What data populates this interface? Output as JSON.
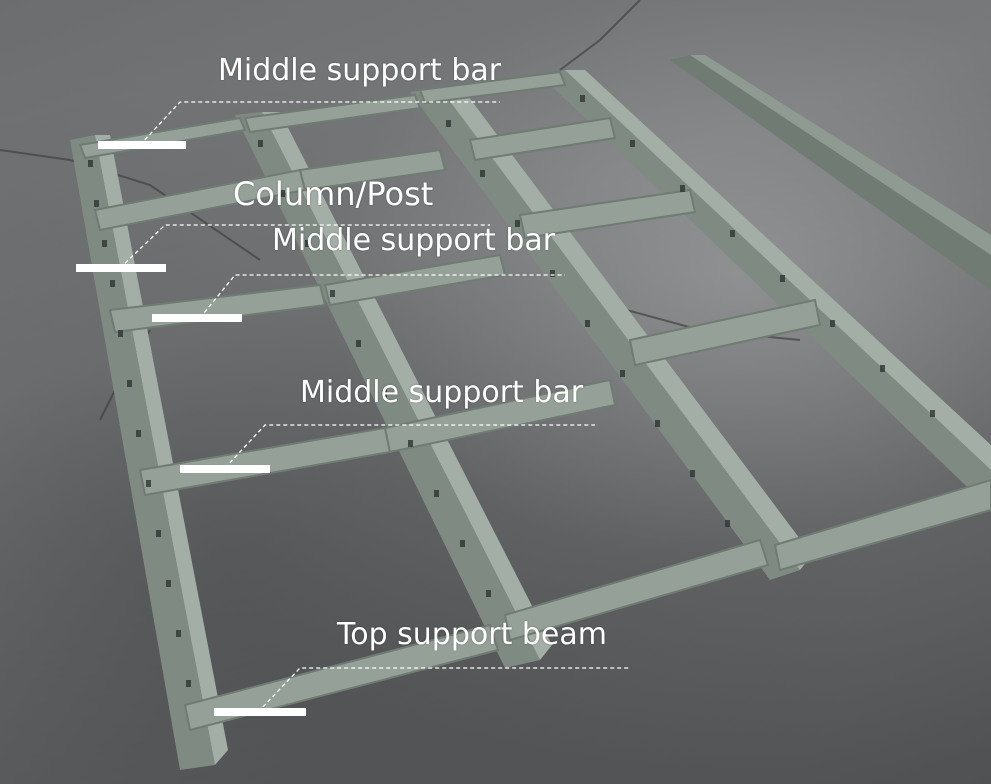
{
  "photo": {
    "subject": "rack-frames-on-floor",
    "colors": {
      "floor": "#6d6f71",
      "steel": "#8e9a92",
      "steel_dark": "#6f7b73",
      "steel_light": "#a9b4ac",
      "label": "#ffffff"
    }
  },
  "labels": {
    "middle_support_bar_1": "Middle support bar",
    "column_post": "Column/Post",
    "middle_support_bar_2": "Middle support bar",
    "middle_support_bar_3": "Middle support bar",
    "top_support_beam": "Top support beam"
  }
}
